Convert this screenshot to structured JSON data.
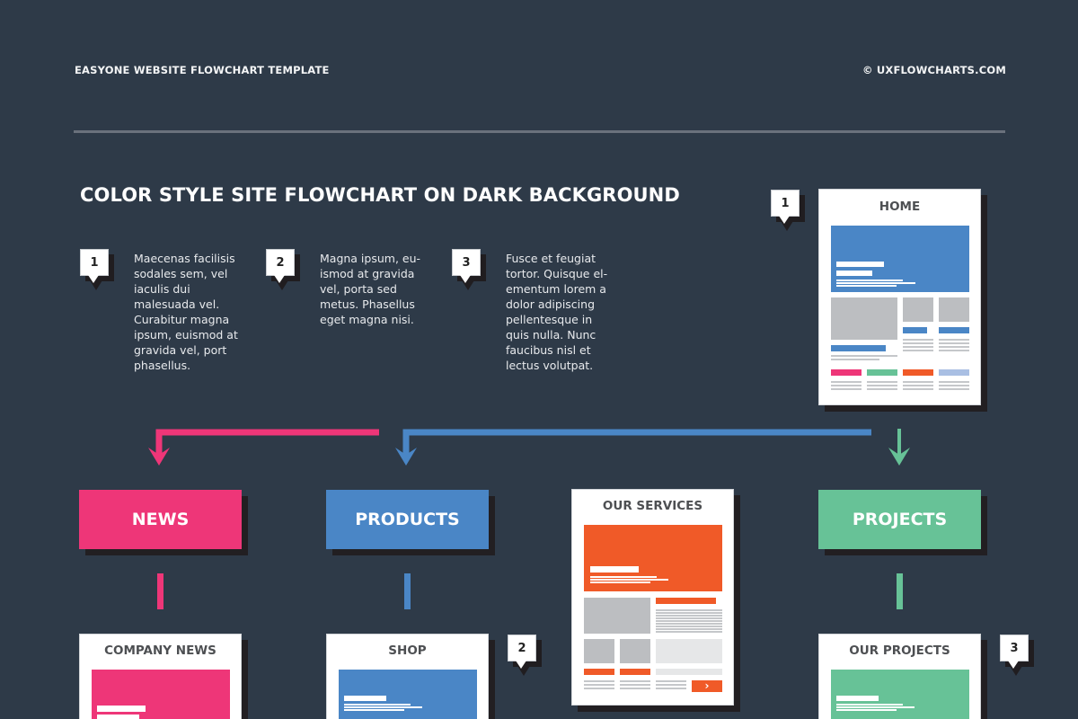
{
  "header": {
    "template_name": "EASYONE WEBSITE FLOWCHART TEMPLATE",
    "copyright": "© UXFLOWCHARTS.COM"
  },
  "title": "COLOR STYLE SITE FLOWCHART ON DARK BACKGROUND",
  "notes": [
    {
      "number": "1",
      "lines": [
        "Maecenas facilisis",
        "sodales sem, vel",
        "iaculis dui",
        "malesuada vel.",
        "Curabitur magna",
        "ipsum, euismod at",
        "gravida vel, port",
        "phasellus."
      ]
    },
    {
      "number": "2",
      "lines": [
        "Magna ipsum, eu-",
        "ismod at gravida",
        "vel, porta sed",
        "metus. Phasellus",
        "eget magna nisi."
      ]
    },
    {
      "number": "3",
      "lines": [
        "Fusce et feugiat",
        "tortor. Quisque el-",
        "ementum lorem a",
        "dolor adipiscing",
        "pellentesque in",
        "quis nulla. Nunc",
        "faucibus nisl et",
        "lectus volutpat."
      ]
    }
  ],
  "colors": {
    "background": "#2e3a48",
    "news": "#ee3678",
    "products": "#4a86c6",
    "services": "#f05a28",
    "projects": "#67c297",
    "placeholder_gray": "#bcbec1",
    "light_blue": "#a9bfe3"
  },
  "nodes": {
    "home": {
      "label": "HOME",
      "badge": "1"
    },
    "news": {
      "label": "NEWS"
    },
    "products": {
      "label": "PRODUCTS"
    },
    "services": {
      "label": "OUR SERVICES"
    },
    "projects": {
      "label": "PROJECTS"
    },
    "company_news": {
      "label": "COMPANY NEWS"
    },
    "shop": {
      "label": "SHOP",
      "badge": "2"
    },
    "our_projects": {
      "label": "OUR PROJECTS",
      "badge": "3"
    }
  },
  "icons": {
    "arrow_right": "›"
  }
}
